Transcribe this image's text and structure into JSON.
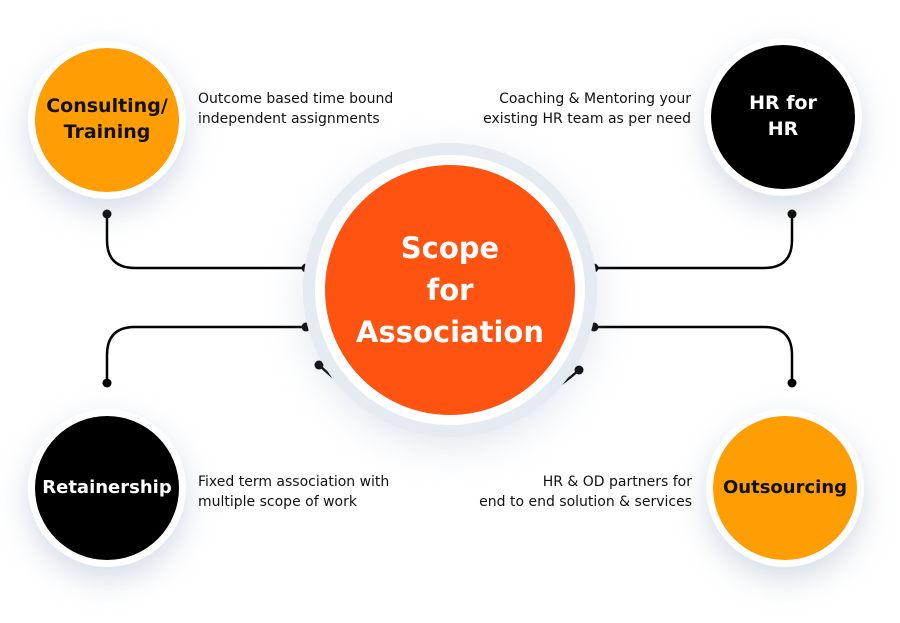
{
  "center": {
    "line1": "Scope",
    "line2": "for",
    "line3": "Association"
  },
  "nodes": [
    {
      "line1": "Consulting/",
      "line2": "Training",
      "desc1": "Outcome based time bound",
      "desc2": "independent assignments"
    },
    {
      "line1": "HR for",
      "line2": "HR",
      "desc1": "Coaching & Mentoring your",
      "desc2": "existing HR team as per need"
    },
    {
      "line1": "Retainership",
      "desc1": "Fixed term association with",
      "desc2": "multiple scope of work"
    },
    {
      "line1": "Outsourcing",
      "desc1": "HR & OD partners  for",
      "desc2": "end to end solution & services"
    }
  ],
  "colors": {
    "center": "#FF5311",
    "orange": "#FF9D04",
    "black": "#000000"
  }
}
